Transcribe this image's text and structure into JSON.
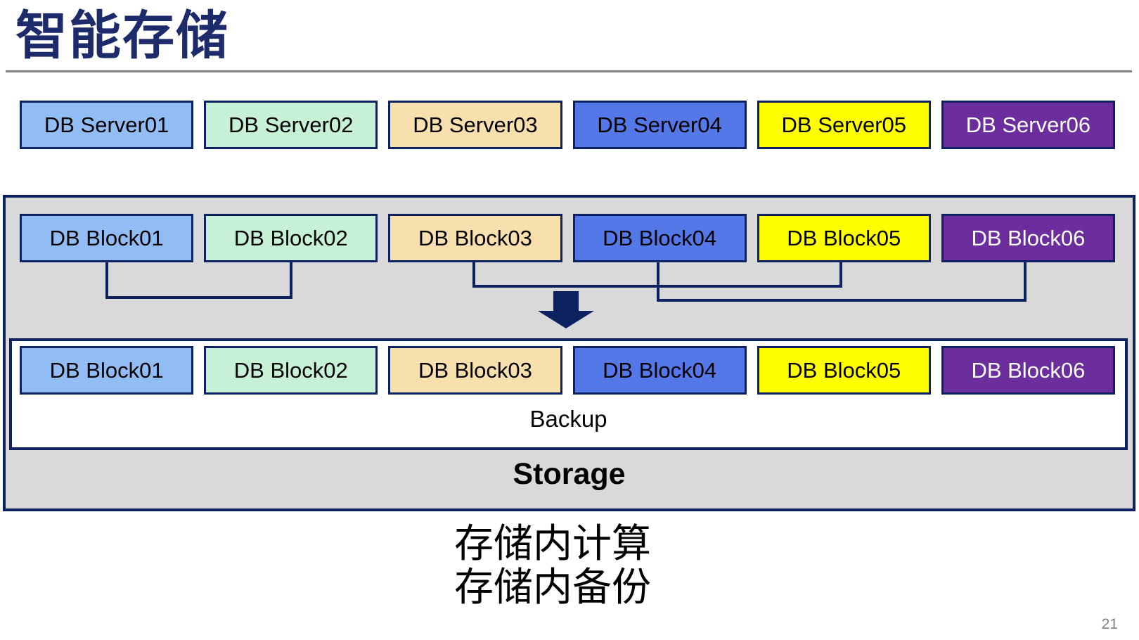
{
  "page": {
    "title": "智能存储",
    "page_number": "21"
  },
  "palette": {
    "navy": "#0E2161",
    "title-navy": "#1D2B6B",
    "gray-fill": "#D9D9D9",
    "rule-gray": "#808080",
    "page-number-gray": "#7F7F7F",
    "light-blue": "#92BCF4",
    "light-green": "#C6F1D6",
    "tan": "#F8DFAE",
    "medium-blue": "#5578E9",
    "yellow": "#FFFF00",
    "purple": "#6C2E9C"
  },
  "icons": {
    "flow_arrow": "down-arrow-icon"
  },
  "servers": {
    "items": [
      {
        "label": "DB Server01",
        "bg": "#92BCF4",
        "fg": "#000000"
      },
      {
        "label": "DB Server02",
        "bg": "#C6F1D6",
        "fg": "#000000"
      },
      {
        "label": "DB Server03",
        "bg": "#F8DFAE",
        "fg": "#000000"
      },
      {
        "label": "DB Server04",
        "bg": "#5578E9",
        "fg": "#000000"
      },
      {
        "label": "DB Server05",
        "bg": "#FFFF00",
        "fg": "#000000"
      },
      {
        "label": "DB Server06",
        "bg": "#6C2E9C",
        "fg": "#FFFFFF"
      }
    ]
  },
  "storage": {
    "label": "Storage",
    "backup_label": "Backup",
    "row1": {
      "items": [
        {
          "label": "DB Block01",
          "bg": "#92BCF4",
          "fg": "#000000"
        },
        {
          "label": "DB Block02",
          "bg": "#C6F1D6",
          "fg": "#000000"
        },
        {
          "label": "DB Block03",
          "bg": "#F8DFAE",
          "fg": "#000000"
        },
        {
          "label": "DB Block04",
          "bg": "#5578E9",
          "fg": "#000000"
        },
        {
          "label": "DB Block05",
          "bg": "#FFFF00",
          "fg": "#000000"
        },
        {
          "label": "DB Block06",
          "bg": "#6C2E9C",
          "fg": "#FFFFFF"
        }
      ]
    },
    "row2": {
      "items": [
        {
          "label": "DB Block01",
          "bg": "#92BCF4",
          "fg": "#000000"
        },
        {
          "label": "DB Block02",
          "bg": "#C6F1D6",
          "fg": "#000000"
        },
        {
          "label": "DB Block03",
          "bg": "#F8DFAE",
          "fg": "#000000"
        },
        {
          "label": "DB Block04",
          "bg": "#5578E9",
          "fg": "#000000"
        },
        {
          "label": "DB Block05",
          "bg": "#FFFF00",
          "fg": "#000000"
        },
        {
          "label": "DB Block06",
          "bg": "#6C2E9C",
          "fg": "#FFFFFF"
        }
      ]
    }
  },
  "captions": {
    "line1": "存储内计算",
    "line2": "存储内备份"
  }
}
